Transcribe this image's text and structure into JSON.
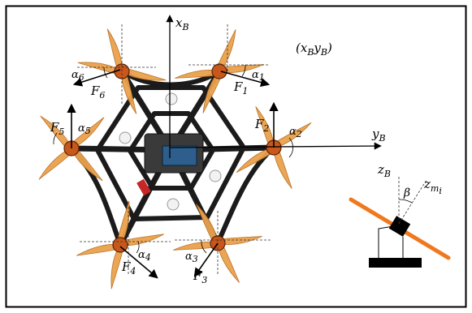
{
  "labels": {
    "x_axis": "x",
    "x_axis_sub": "B",
    "y_axis": "y",
    "y_axis_sub": "B",
    "frame_label": "(x",
    "frame_sub1": "B",
    "frame_y": "y",
    "frame_sub2": "B",
    "frame_close": ")",
    "z_axis": "z",
    "z_axis_sub": "B",
    "z_motor": "z",
    "z_motor_sub": "m",
    "z_motor_subsub": "i",
    "beta": "β"
  },
  "rotors": [
    {
      "force": "F",
      "force_sub": "1",
      "angle": "α",
      "angle_sub": "1"
    },
    {
      "force": "F",
      "force_sub": "2",
      "angle": "α",
      "angle_sub": "2"
    },
    {
      "force": "F",
      "force_sub": "3",
      "angle": "α",
      "angle_sub": "3"
    },
    {
      "force": "F",
      "force_sub": "4",
      "angle": "α",
      "angle_sub": "4"
    },
    {
      "force": "F",
      "force_sub": "5",
      "angle": "α",
      "angle_sub": "5"
    },
    {
      "force": "F",
      "force_sub": "6",
      "angle": "α",
      "angle_sub": "6"
    }
  ],
  "colors": {
    "border": "#000000",
    "propeller": "#e9a24c",
    "motor": "#c8571c",
    "frame": "#1b1b1b",
    "tilted_arm": "#f0781e",
    "marker_ball": "#f2f2f2"
  }
}
